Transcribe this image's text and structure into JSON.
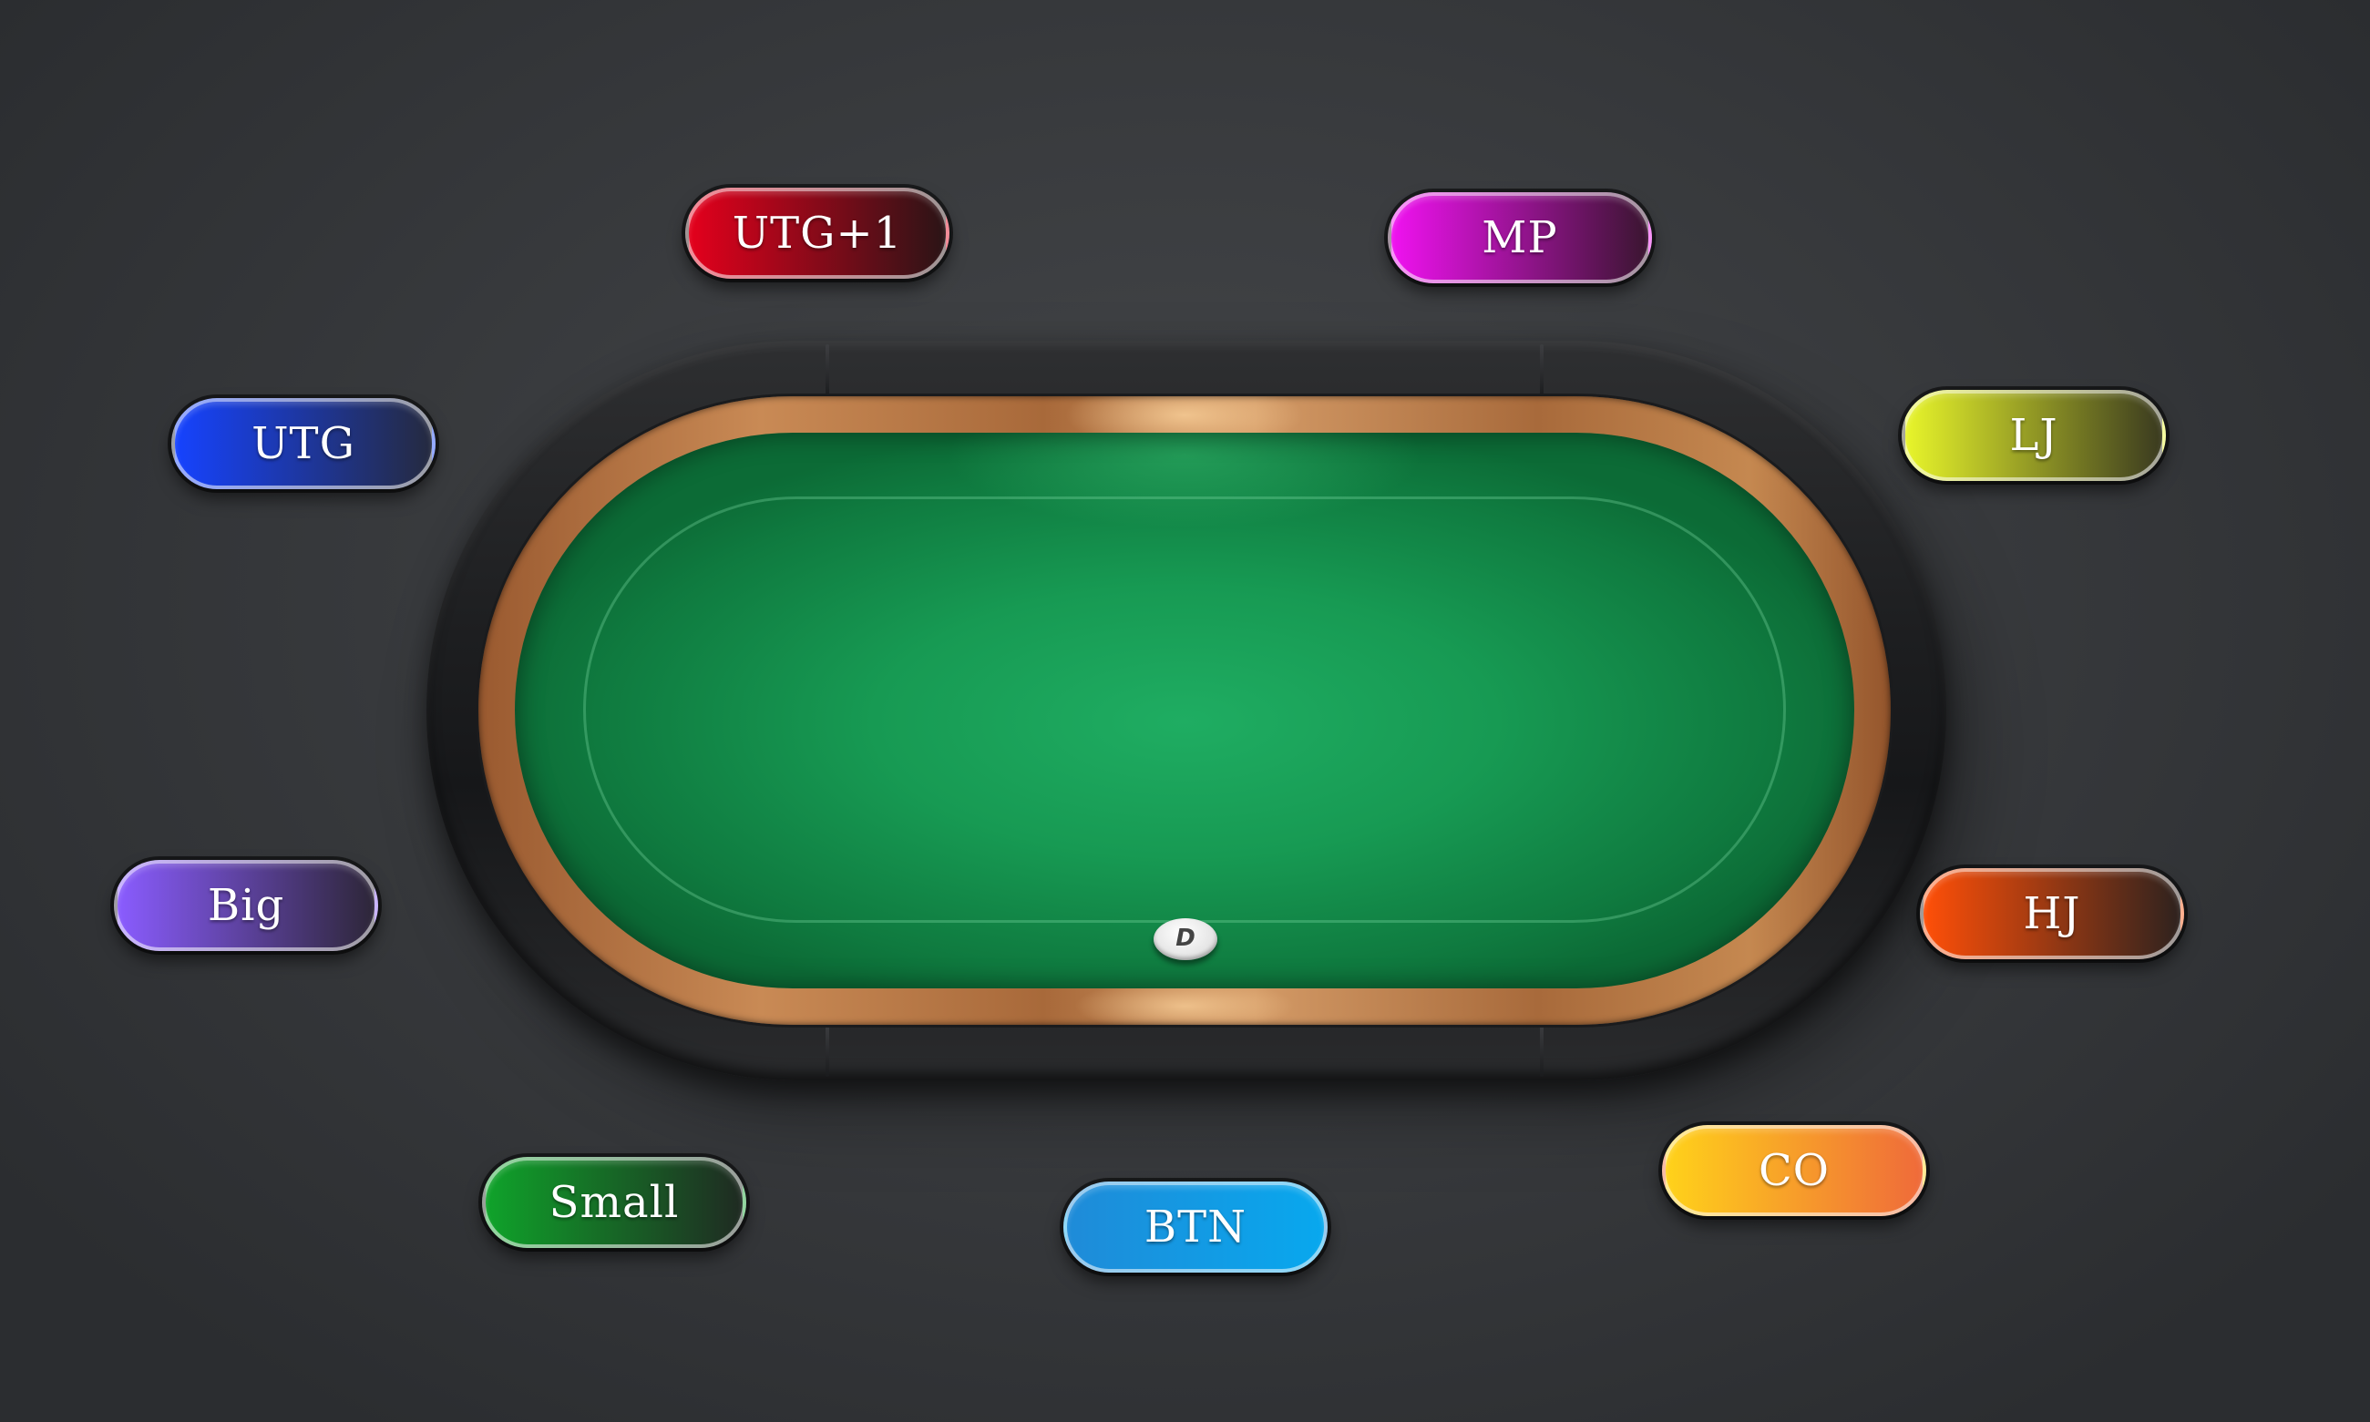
{
  "table": {
    "dealer_button_label": "D"
  },
  "seats": [
    {
      "id": "utg1",
      "label": "UTG+1",
      "color_start": "#e4001c",
      "color_end": "#2a1416"
    },
    {
      "id": "mp",
      "label": "MP",
      "color_start": "#f012f0",
      "color_end": "#3a1530"
    },
    {
      "id": "utg",
      "label": "UTG",
      "color_start": "#1643ff",
      "color_end": "#252a3f"
    },
    {
      "id": "lj",
      "label": "LJ",
      "color_start": "#e8f52a",
      "color_end": "#3a3a1f"
    },
    {
      "id": "big",
      "label": "Big",
      "color_start": "#8a5cff",
      "color_end": "#2d2638"
    },
    {
      "id": "hj",
      "label": "HJ",
      "color_start": "#ff4f08",
      "color_end": "#2e221e"
    },
    {
      "id": "small",
      "label": "Small",
      "color_start": "#0fa32a",
      "color_end": "#1f2a22"
    },
    {
      "id": "btn",
      "label": "BTN",
      "color_start": "#1f8bd8",
      "color_end": "#08a8ee"
    },
    {
      "id": "co",
      "label": "CO",
      "color_start": "#ffd21a",
      "color_end": "#ef6a3a"
    }
  ]
}
